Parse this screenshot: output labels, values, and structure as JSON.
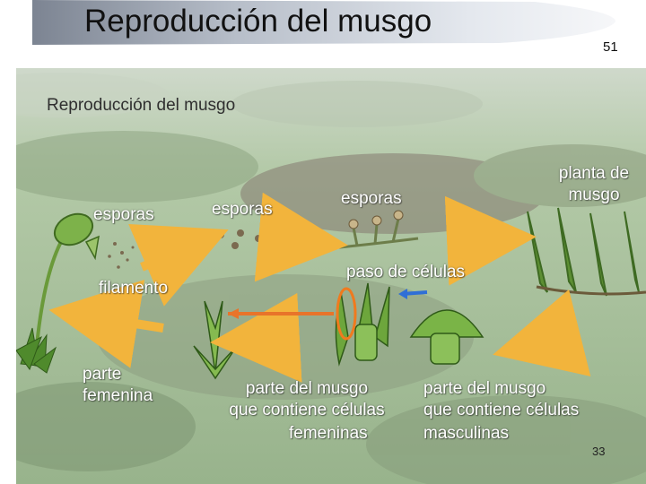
{
  "slide": {
    "title": "Reproducción del musgo",
    "number": "51"
  },
  "figure": {
    "inner_title": "Reproducción del musgo",
    "labels": {
      "esporas_capsule": "esporas",
      "esporas_loose": "esporas",
      "esporas_germinating": "esporas",
      "planta_de_musgo_line1": "planta de",
      "planta_de_musgo_line2": "musgo",
      "paso_de_celulas": "paso de células",
      "filamento": "filamento",
      "parte_femenina_line1": "parte",
      "parte_femenina_line2": "femenina",
      "femenina_part_line1": "parte del musgo",
      "femenina_part_line2": "que contiene células",
      "femenina_part_line3": "femeninas",
      "masculina_part_line1": "parte del musgo",
      "masculina_part_line2": "que contiene células",
      "masculina_part_line3": "masculinas"
    },
    "page_number": "33",
    "colors": {
      "cycle_arrow": "#f2b43c",
      "transfer_arrow_orange": "#e8742a",
      "transfer_arrow_blue": "#2f6fd6",
      "highlight_ring": "#f07a1e",
      "background_green": "#a8c49a"
    }
  }
}
